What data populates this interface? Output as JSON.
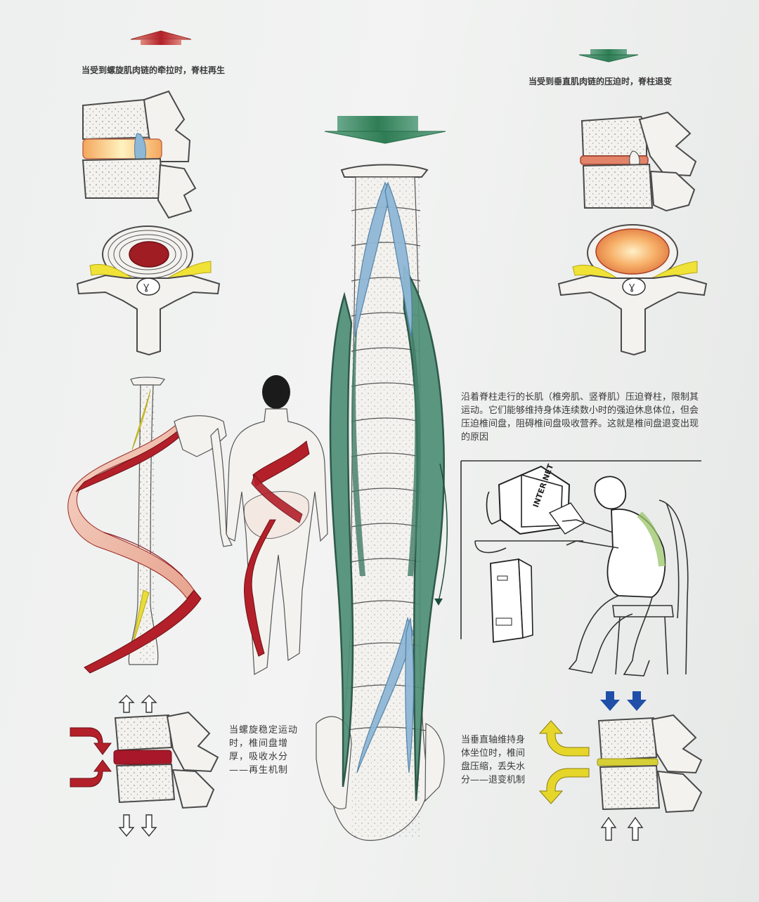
{
  "top_left_caption": "当受到螺旋肌肉链的牵拉时，脊柱再生",
  "top_right_caption": "当受到垂直肌肉链的压迫时，脊柱退变",
  "long_muscle_text": "沿着脊柱走行的长肌（椎旁肌、竖脊肌）压迫脊柱，限制其运动。它们能够维持身体连续数小时的强迫休息体位，但会压迫椎间盘，阻碍椎间盘吸收营养。这就是椎间盘退变出现的原因",
  "regeneration_text": "当螺旋稳定运动时，椎间盘增厚，吸收水分——再生机制",
  "degeneration_text": "当垂直轴维持身体坐位时，椎间盘压缩，丢失水分——退变机制",
  "monitor_text": "INTER NET",
  "colors": {
    "red_muscle": "#b3202a",
    "green_muscle": "#4f8f78",
    "blue_muscle": "#8fb8d6",
    "yellow_nerve": "#e8dc3a",
    "up_arrow_red": "#b8302c",
    "down_arrow_green": "#2f8a5a",
    "blue_arrow": "#1f4fa8",
    "yellow_arrow": "#e6d62a"
  }
}
